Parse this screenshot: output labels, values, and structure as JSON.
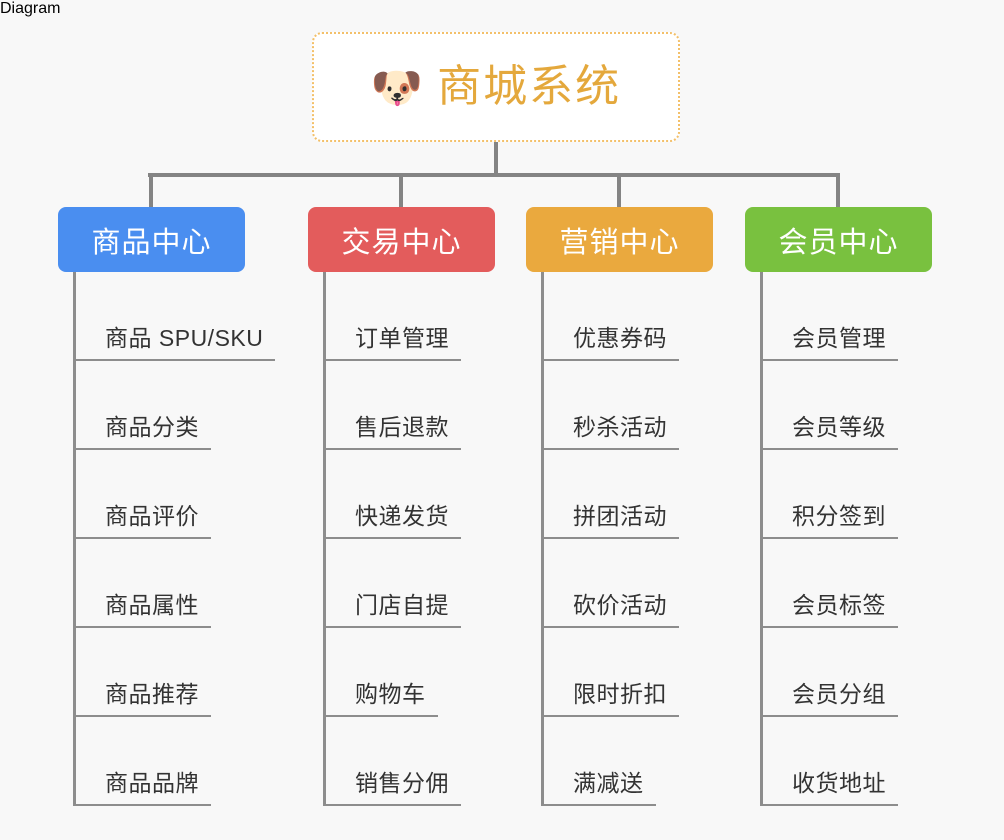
{
  "root": {
    "icon": "shiba-dog-face-emoji",
    "emoji": "🐶",
    "title": "商城系统",
    "title_color": "#e4a83c",
    "border_color": "#f3c06a"
  },
  "canvas": {
    "background": "#f8f8f8",
    "line_color": "#848484"
  },
  "columns": [
    {
      "id": "product-center",
      "title": "商品中心",
      "color": "#4a8ef0",
      "items": [
        "商品 SPU/SKU",
        "商品分类",
        "商品评价",
        "商品属性",
        "商品推荐",
        "商品品牌"
      ]
    },
    {
      "id": "trade-center",
      "title": "交易中心",
      "color": "#e35c5c",
      "items": [
        "订单管理",
        "售后退款",
        "快递发货",
        "门店自提",
        "购物车",
        "销售分佣"
      ]
    },
    {
      "id": "marketing-center",
      "title": "营销中心",
      "color": "#eaa93e",
      "items": [
        "优惠券码",
        "秒杀活动",
        "拼团活动",
        "砍价活动",
        "限时折扣",
        "满减送"
      ]
    },
    {
      "id": "member-center",
      "title": "会员中心",
      "color": "#79c13f",
      "items": [
        "会员管理",
        "会员等级",
        "积分签到",
        "会员标签",
        "会员分组",
        "收货地址"
      ]
    }
  ]
}
